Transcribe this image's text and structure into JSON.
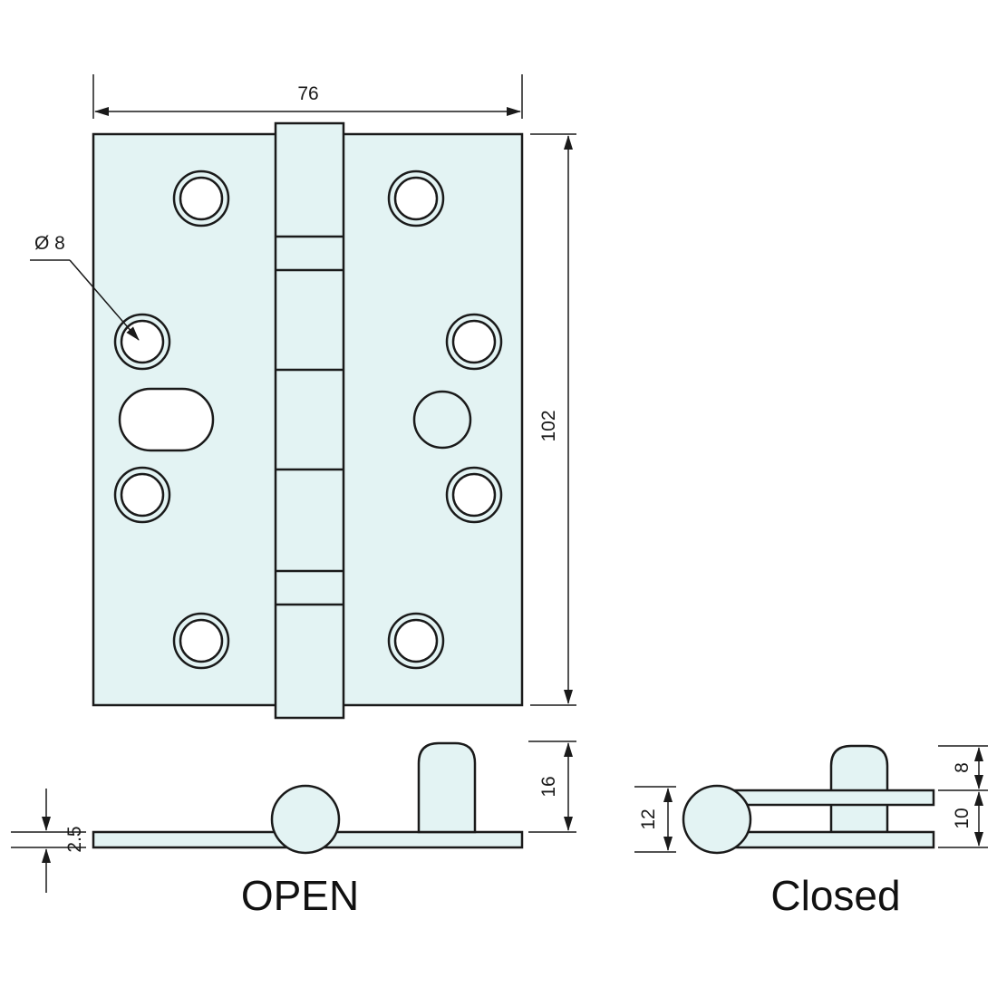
{
  "colors": {
    "fill": "#e3f3f3",
    "stroke": "#1a1a1a",
    "background": "#ffffff"
  },
  "dimensions": {
    "width": "76",
    "height": "102",
    "hole_diameter": "Ø 8",
    "leaf_thickness": "2.5",
    "stud_height": "16",
    "closed_pin": "12",
    "closed_stud": "8",
    "closed_gap": "10"
  },
  "labels": {
    "open": "OPEN",
    "closed": "Closed"
  }
}
